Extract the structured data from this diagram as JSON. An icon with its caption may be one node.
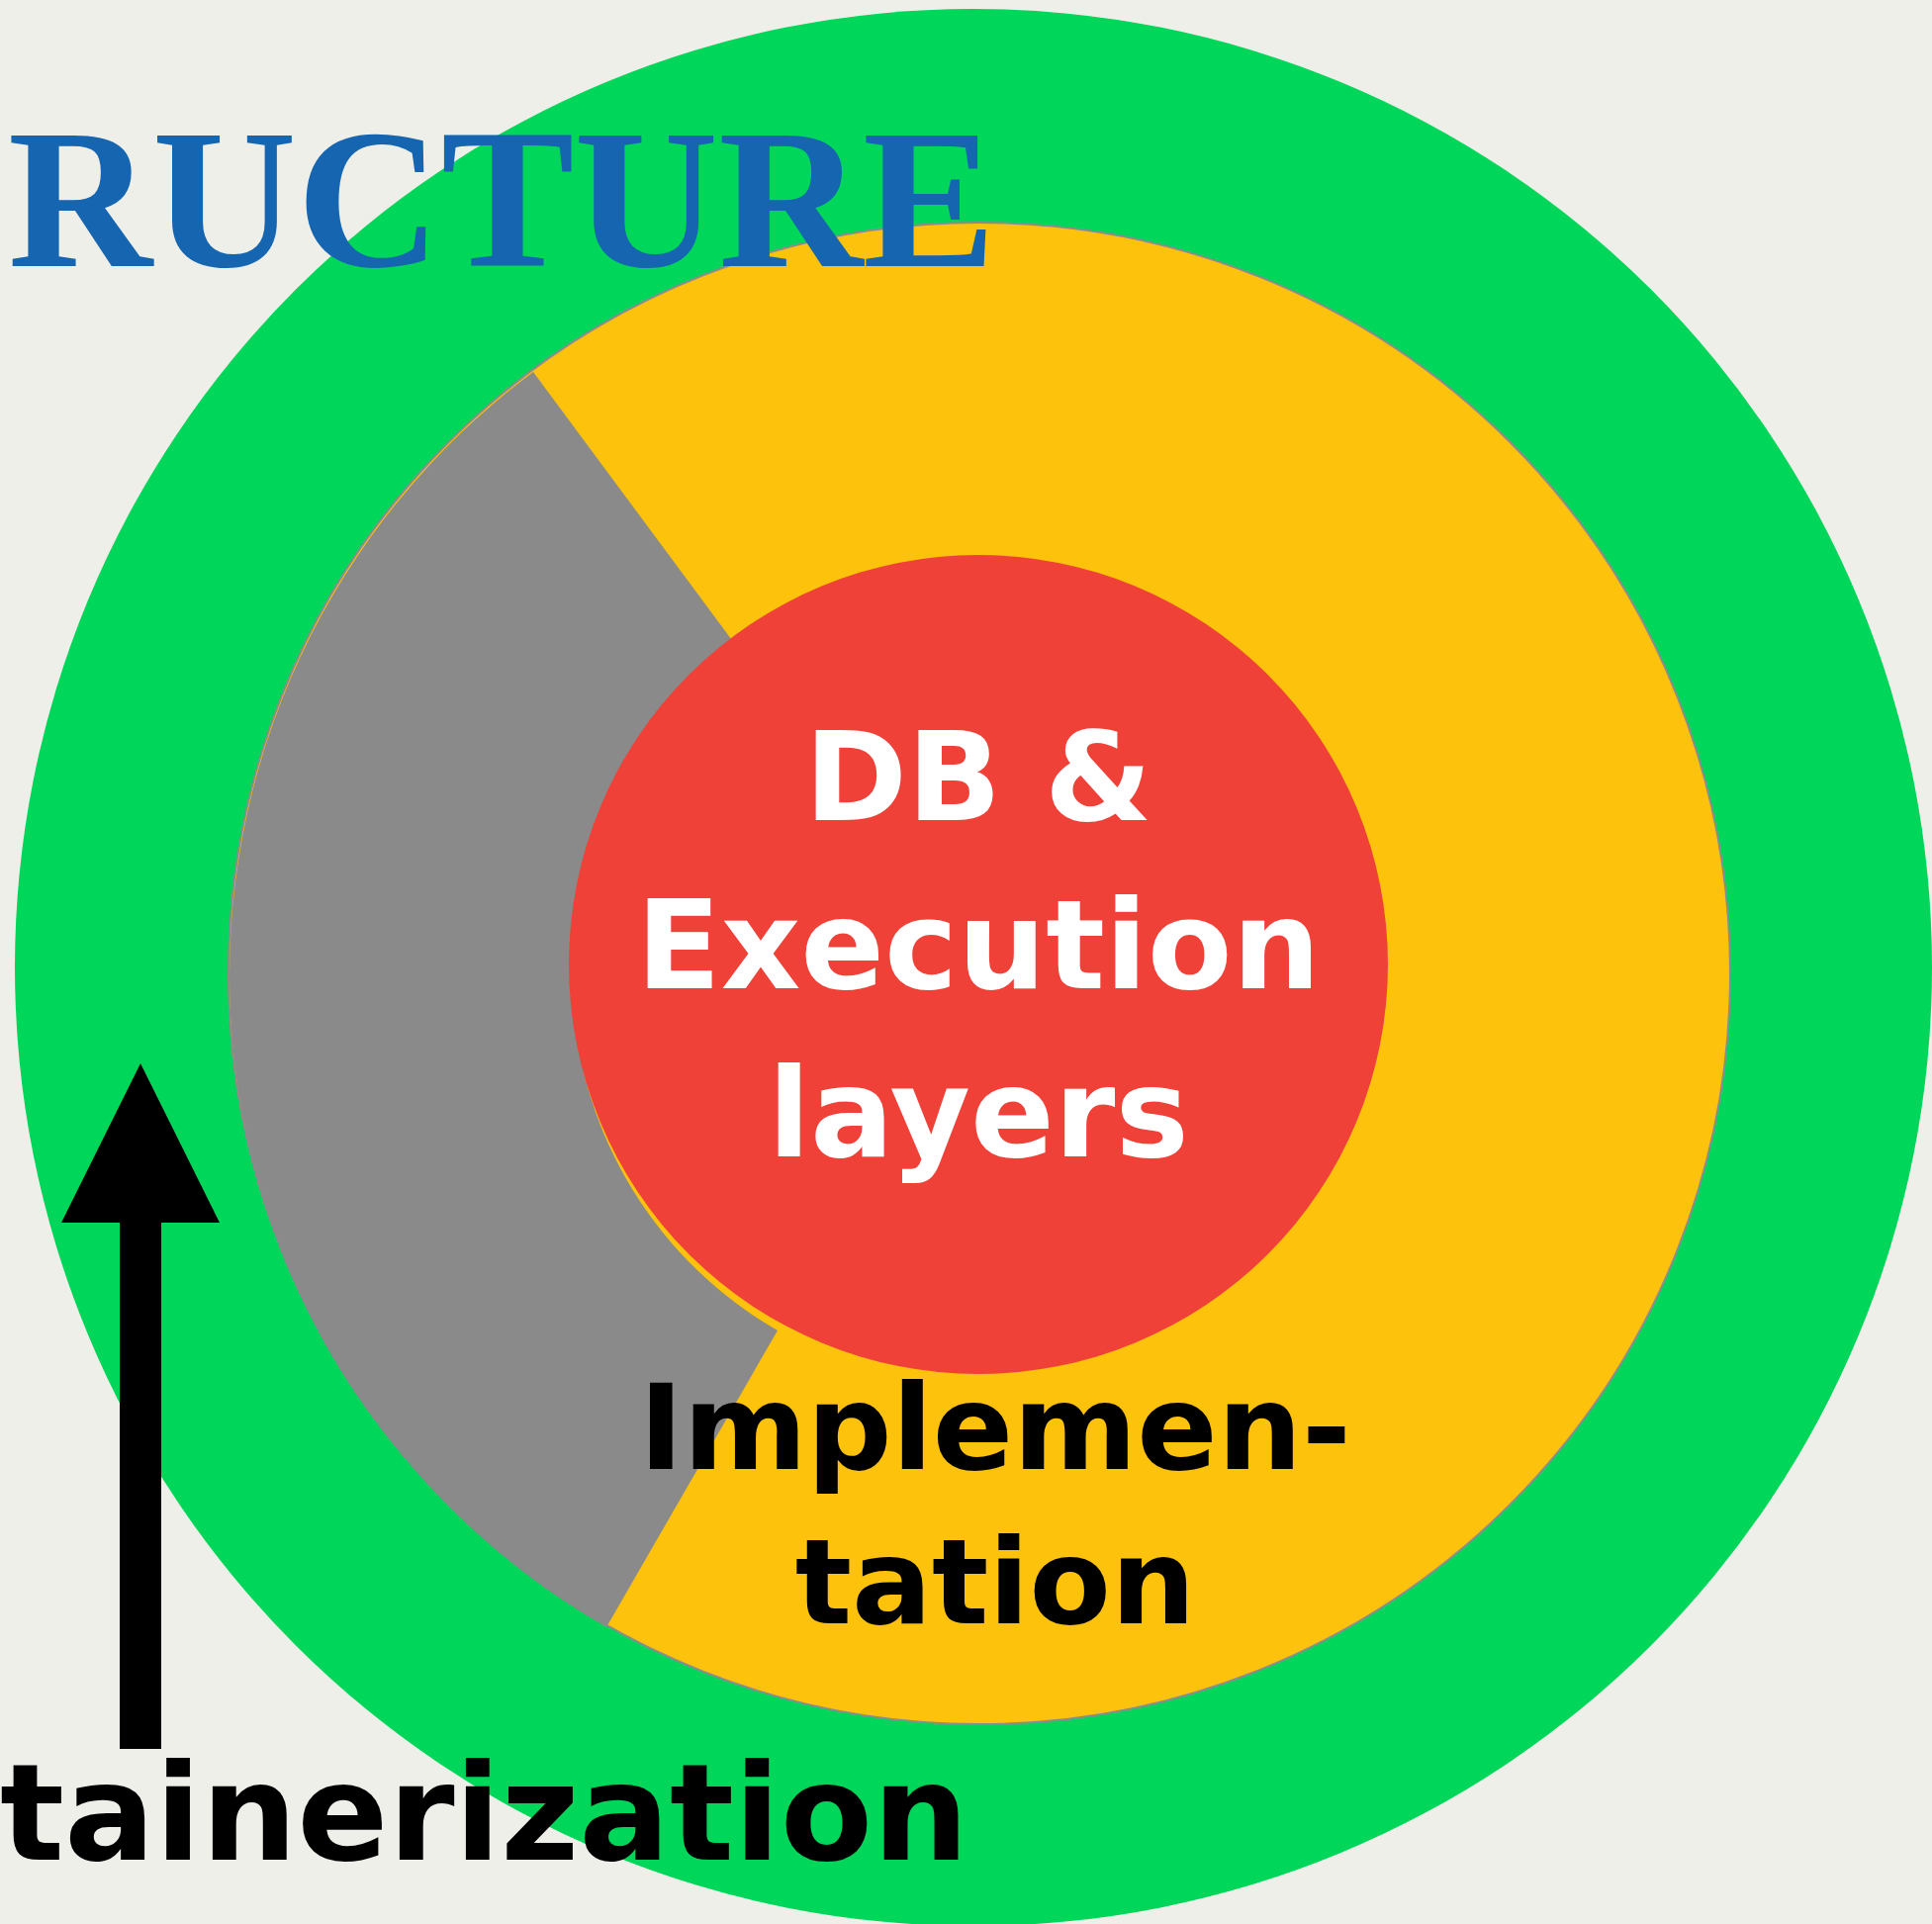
{
  "diagram": {
    "nodes": [
      {
        "text": [],
        "shape": "circle"
      },
      {
        "text": [
          "Implemen- tation"
        ],
        "in": 0
      },
      {
        "text": [],
        "shape": "wedge",
        "in": 1
      },
      {
        "text": [
          "DB & Execution layers"
        ],
        "in": 1
      }
    ],
    "labels": [
      "RUCTURE",
      "tainerization"
    ]
  }
}
